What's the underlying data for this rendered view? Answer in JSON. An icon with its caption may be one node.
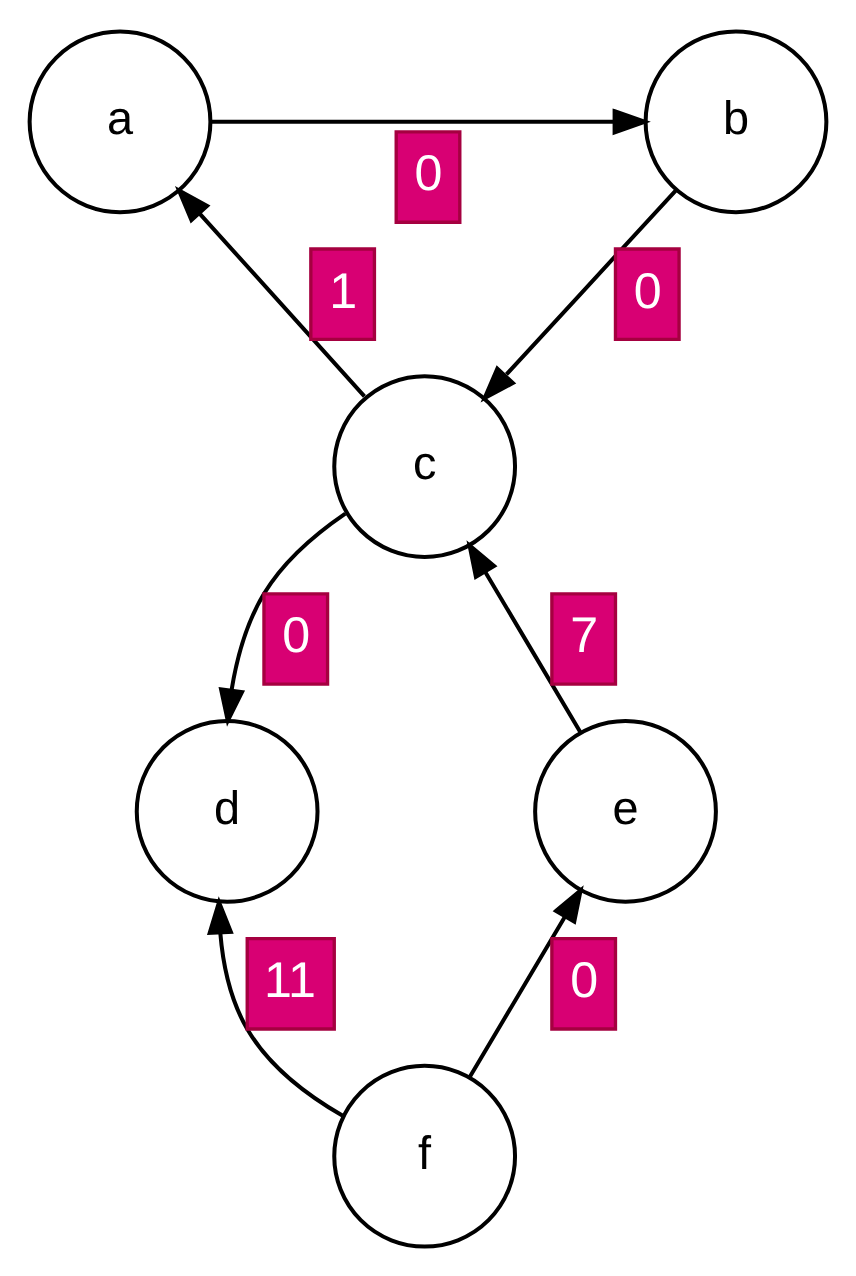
{
  "diagram": {
    "nodes": [
      {
        "text": [
          "a"
        ]
      },
      {
        "text": [
          "b"
        ]
      },
      {
        "text": [
          "c"
        ]
      },
      {
        "text": [
          "d"
        ]
      },
      {
        "text": [
          "e"
        ]
      },
      {
        "text": [
          "f"
        ]
      }
    ],
    "edges": [
      {
        "from": 0,
        "to": 1,
        "arrow": "to",
        "label": "0"
      },
      {
        "from": 1,
        "to": 2,
        "arrow": "to",
        "label": "0"
      },
      {
        "from": 2,
        "to": 0,
        "arrow": "to",
        "label": "1"
      },
      {
        "from": 2,
        "to": 3,
        "arrow": "to",
        "label": "0"
      },
      {
        "from": 4,
        "to": 2,
        "arrow": "to",
        "label": "7"
      },
      {
        "from": 5,
        "to": 3,
        "arrow": "to",
        "label": "11"
      },
      {
        "from": 5,
        "to": 4,
        "arrow": "to",
        "label": "0"
      }
    ]
  }
}
